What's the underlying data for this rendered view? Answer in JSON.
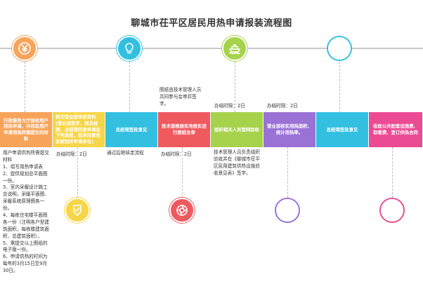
{
  "title": "聊城市茌平区居民用热申请报装流程图",
  "colors": {
    "orange": "#f7a35a",
    "yellow": "#f6d548",
    "blue": "#33bfe0",
    "red": "#ef5a5f",
    "green": "#a6d24c",
    "purple": "#9a72d6",
    "pink": "#ea4b93",
    "timeline": "#c8c8c8"
  },
  "steps": [
    {
      "box": "行政服务大厅接收用户用热申请，并收取用户申请用热所需提交的材料"
    },
    {
      "box": "转交营业部审核资料(营业部签字，报总经理，总经理同意申请走下列流程，如未同意告诉原因并申请单位)"
    },
    {
      "box": "总经理签批意见"
    },
    {
      "box": "技术部根据实地核实进行图纸会审"
    },
    {
      "box": "组织相关人员管网验收"
    },
    {
      "box": "营业部核实用热面积、统计用热率。"
    },
    {
      "box": "总经理签批意见"
    },
    {
      "box": "收取公共配套设施费、取暖费、签订供热合同"
    }
  ],
  "notes": {
    "materials": "用户申请供热所需提交材料\n1、填写用热申请表\n2、提供规划总平面图一份。\n3、室内采暖设计施工总说明，采暖平面图、采暖系统原理图各一份。\n4、每栋住宅楼平面图各一份（注明各户型建筑面积，每栋楼建筑面积、总建筑面积）。\n5、需提交以上图纸的电子版一份。\n6、申请供热的时间为每年的3月15日至9月30日。",
    "limit_2a": "办结时限：2日",
    "continue": "通过后继续走流程",
    "drawing_review": "图纸由技术管理人员共同参与会审并签字。",
    "limit_2b": "办结时限：2日",
    "limit_2c": "办结时限：2日",
    "acceptance": "技术管理人员负责组织验收并在《聊城市茌平区民用建筑供热设施验收意见表》签字。",
    "limit_2d": "办结时限：2日"
  }
}
